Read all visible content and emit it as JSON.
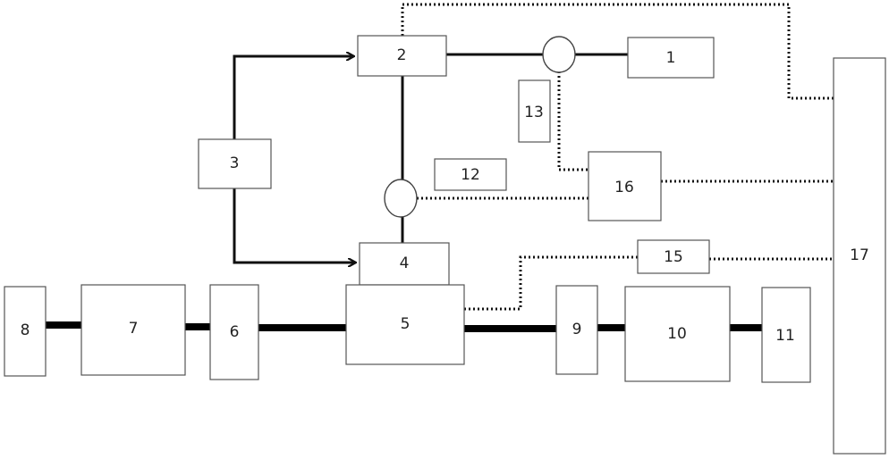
{
  "diagram": {
    "components": [
      {
        "id": "1",
        "label": "1"
      },
      {
        "id": "2",
        "label": "2"
      },
      {
        "id": "3",
        "label": "3"
      },
      {
        "id": "4",
        "label": "4"
      },
      {
        "id": "5",
        "label": "5"
      },
      {
        "id": "6",
        "label": "6"
      },
      {
        "id": "7",
        "label": "7"
      },
      {
        "id": "8",
        "label": "8"
      },
      {
        "id": "9",
        "label": "9"
      },
      {
        "id": "10",
        "label": "10"
      },
      {
        "id": "11",
        "label": "11"
      },
      {
        "id": "12",
        "label": "12"
      },
      {
        "id": "13",
        "label": "13"
      },
      {
        "id": "15",
        "label": "15"
      },
      {
        "id": "16",
        "label": "16"
      },
      {
        "id": "17",
        "label": "17"
      }
    ],
    "connections": [
      {
        "from": "3",
        "to": "2",
        "style": "arrow"
      },
      {
        "from": "3",
        "to": "4",
        "style": "arrow"
      },
      {
        "from": "2",
        "to": "1",
        "style": "solid"
      },
      {
        "from": "2",
        "to": "4",
        "style": "solid"
      },
      {
        "from": "8",
        "to": "7",
        "style": "shaft"
      },
      {
        "from": "7",
        "to": "6",
        "style": "shaft"
      },
      {
        "from": "6",
        "to": "5",
        "style": "shaft"
      },
      {
        "from": "5",
        "to": "9",
        "style": "shaft"
      },
      {
        "from": "9",
        "to": "10",
        "style": "shaft"
      },
      {
        "from": "10",
        "to": "11",
        "style": "shaft"
      },
      {
        "from": "2",
        "to": "17",
        "style": "dotted"
      },
      {
        "from": "sensor-2-1",
        "to": "16",
        "style": "dotted"
      },
      {
        "from": "sensor-2-4",
        "to": "16",
        "style": "dotted"
      },
      {
        "from": "16",
        "to": "17",
        "style": "dotted"
      },
      {
        "from": "5",
        "to": "15",
        "style": "dotted"
      },
      {
        "from": "15",
        "to": "17",
        "style": "dotted"
      }
    ]
  }
}
